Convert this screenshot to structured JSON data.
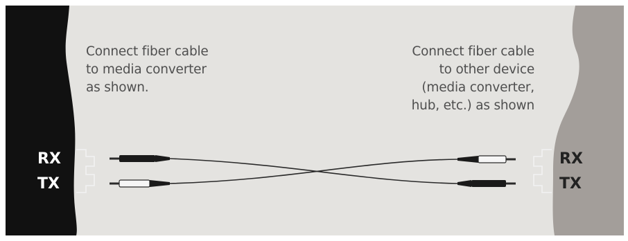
{
  "left_device": {
    "caption": "Connect fiber cable\nto media converter\nas shown.",
    "rx_label": "RX",
    "tx_label": "TX"
  },
  "right_device": {
    "caption": "Connect fiber cable\nto other device\n(media converter,\nhub, etc.) as shown",
    "rx_label": "RX",
    "tx_label": "TX"
  },
  "colors": {
    "background": "#e4e3e0",
    "left_device": "#111111",
    "right_device": "#a39e9a",
    "cable": "#2a2a2a",
    "caption_text": "#4f4f4f"
  }
}
